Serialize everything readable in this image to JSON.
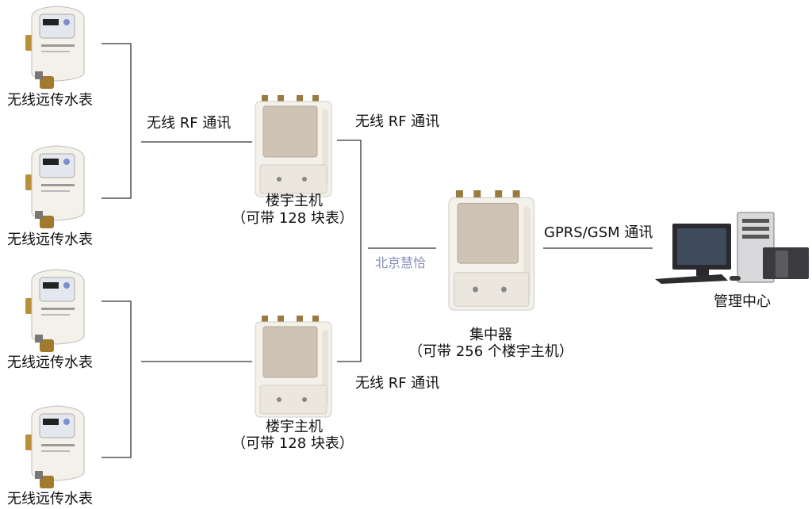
{
  "meters": [
    {
      "label": "无线远传水表"
    },
    {
      "label": "无线远传水表"
    },
    {
      "label": "无线远传水表"
    },
    {
      "label": "无线远传水表"
    }
  ],
  "links": {
    "rf_top_left": "无线 RF 通讯",
    "rf_top_right": "无线 RF 通讯",
    "rf_bottom_right": "无线 RF 通讯",
    "gprs": "GPRS/GSM 通讯"
  },
  "building_units": [
    {
      "title": "楼宇主机",
      "capacity": "（可带 128 块表）"
    },
    {
      "title": "楼宇主机",
      "capacity": "（可带 128 块表）"
    }
  ],
  "concentrator": {
    "title": "集中器",
    "capacity": "（可带 256 个楼宇主机）"
  },
  "center": {
    "title": "管理中心"
  },
  "watermark": "北京慧恰",
  "colors": {
    "line": "#333333",
    "device_body": "#f3f1ea",
    "panel": "#cfc3b6",
    "brass": "#b8903c"
  }
}
